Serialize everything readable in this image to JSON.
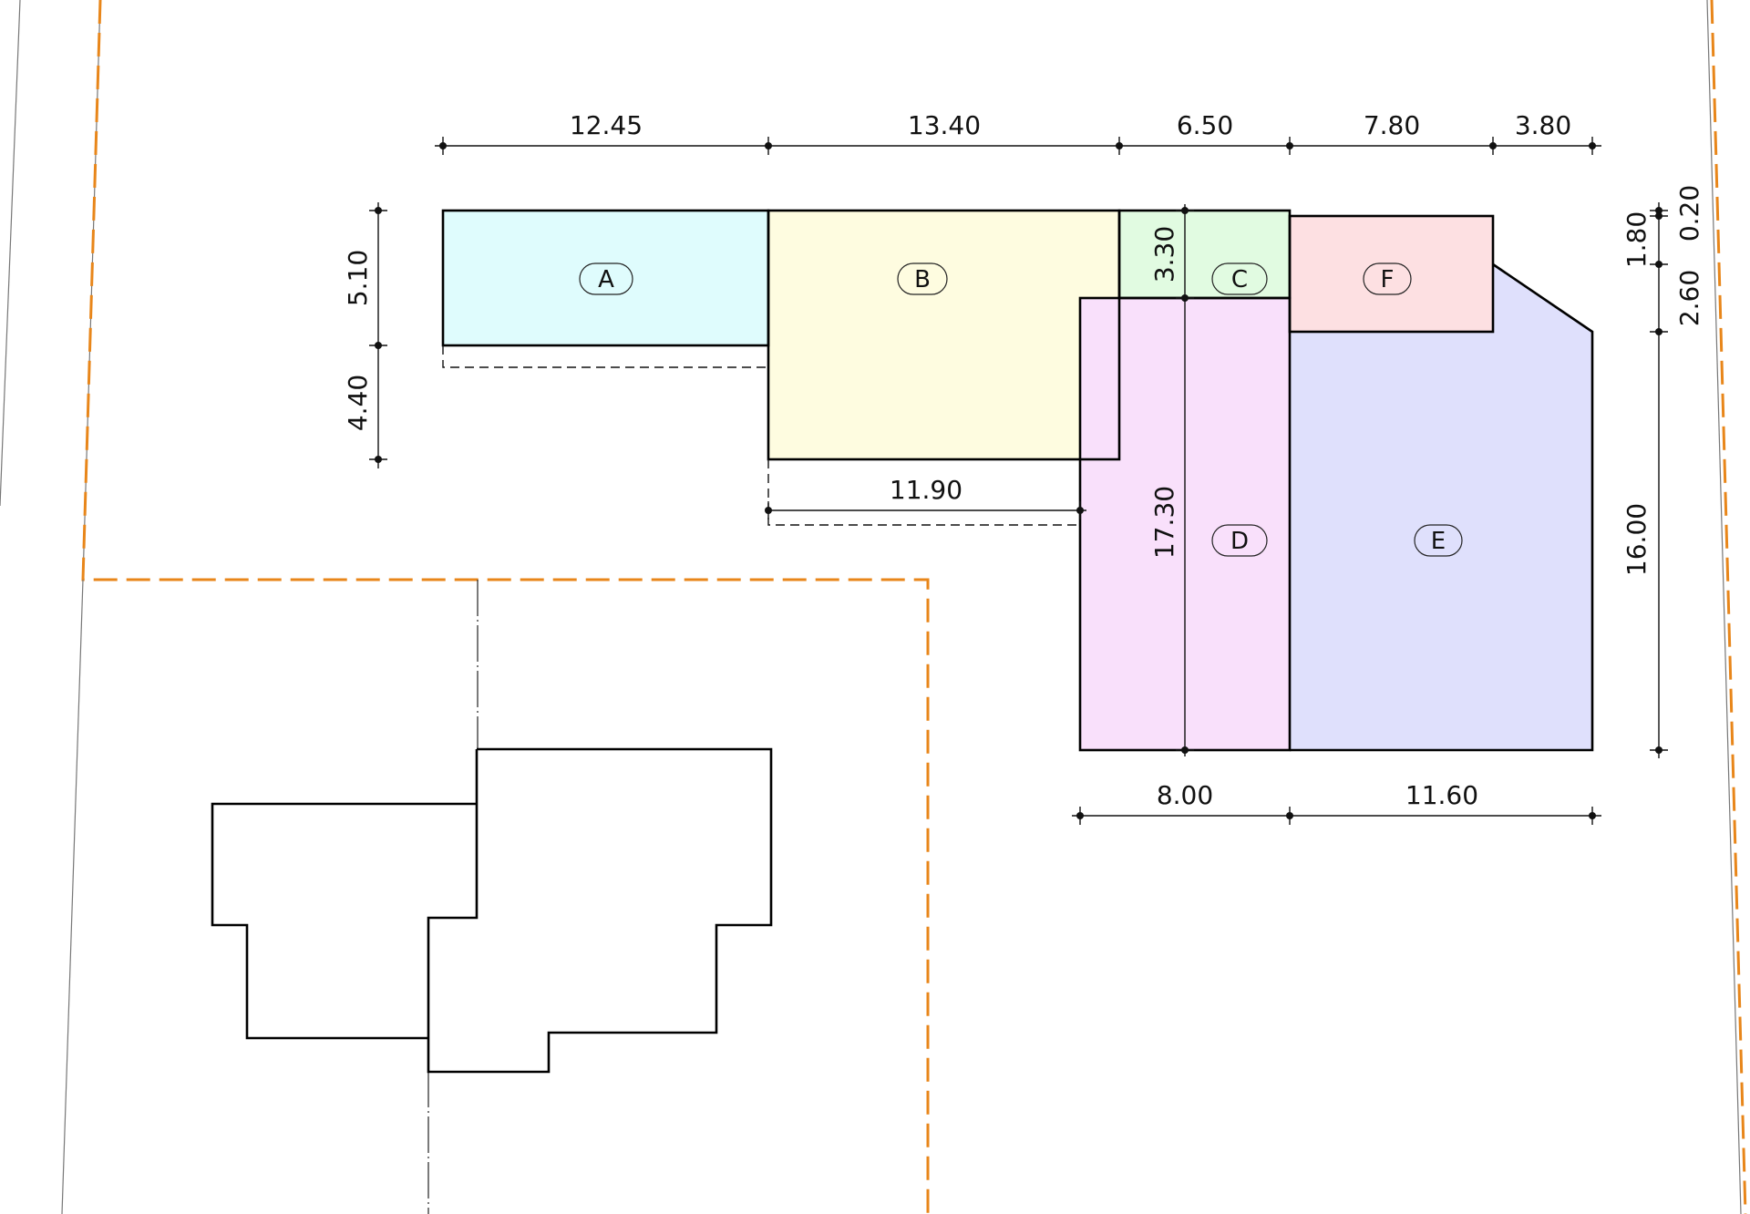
{
  "zones": {
    "A": {
      "label": "A",
      "color": "#dffcfd"
    },
    "B": {
      "label": "B",
      "color": "#fefce0"
    },
    "C": {
      "label": "C",
      "color": "#e1fbe1"
    },
    "D": {
      "label": "D",
      "color": "#f9e0fb"
    },
    "E": {
      "label": "E",
      "color": "#dfe0fc"
    },
    "F": {
      "label": "F",
      "color": "#fde0e2"
    }
  },
  "dimensions": {
    "top": [
      "12.45",
      "13.40",
      "6.50",
      "7.80",
      "3.80"
    ],
    "left": [
      "5.10",
      "4.40"
    ],
    "right": [
      "0.20",
      "1.80",
      "2.60",
      "16.00"
    ],
    "bottom": [
      "8.00",
      "11.60"
    ],
    "b_width": "11.90",
    "d_height": "17.30",
    "c_height": "3.30"
  },
  "colors": {
    "boundary": "#e8861a",
    "outline": "#000000"
  }
}
